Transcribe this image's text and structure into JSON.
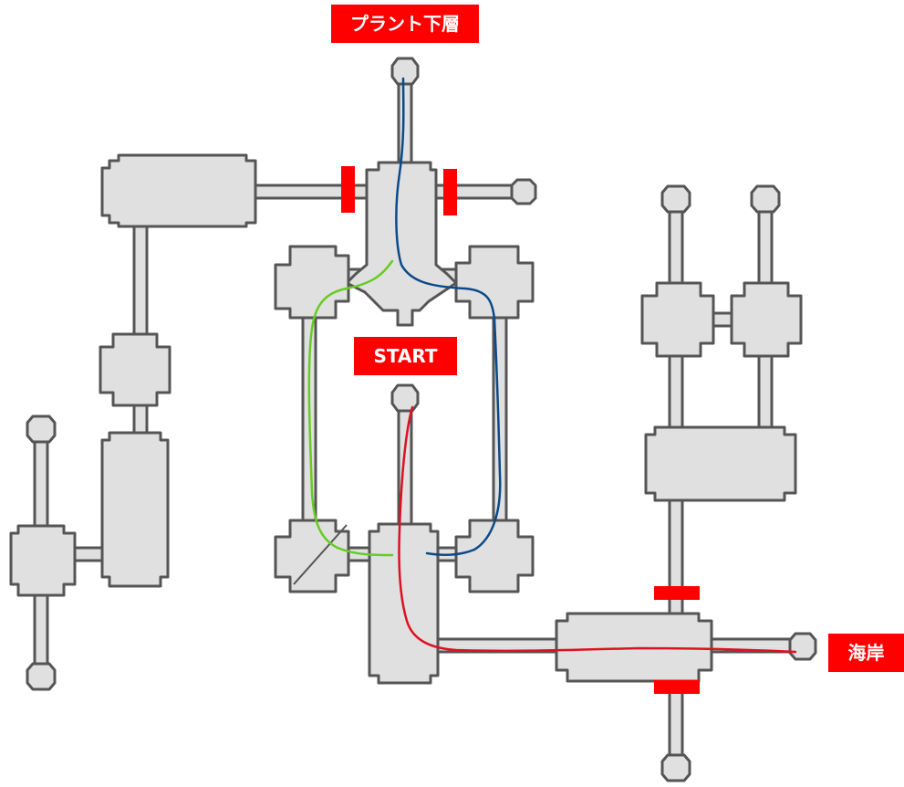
{
  "labels": {
    "plant_lower": "プラント下層",
    "start": "START",
    "coast": "海岸"
  },
  "colors": {
    "label_bg": "#ff0000",
    "label_text": "#ffffff",
    "room_fill": "#e0e0e0",
    "room_outline": "#555555",
    "door": "#ff0000",
    "route_to_coast": "#dd1122",
    "route_to_plant_green": "#66cc22",
    "route_to_plant_blue": "#0b4a8a"
  }
}
